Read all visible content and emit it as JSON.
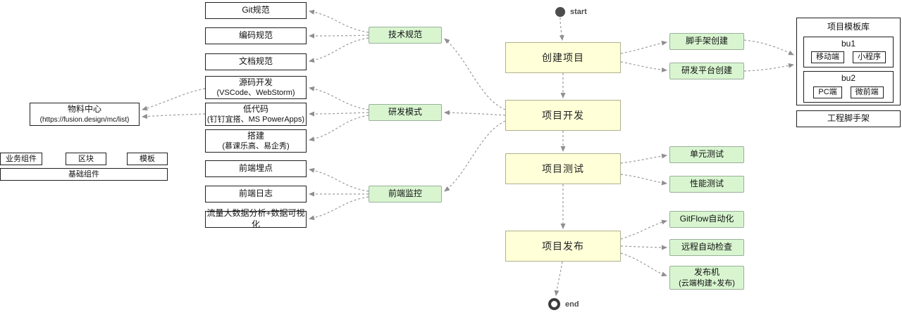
{
  "flow": {
    "start_label": "start",
    "end_label": "end"
  },
  "stages": [
    {
      "label": "创建项目"
    },
    {
      "label": "项目开发"
    },
    {
      "label": "项目测试"
    },
    {
      "label": "项目发布"
    }
  ],
  "categories": [
    {
      "label": "技术规范"
    },
    {
      "label": "研发模式"
    },
    {
      "label": "前端监控"
    }
  ],
  "spec_items": [
    {
      "label": "Git规范"
    },
    {
      "label": "编码规范"
    },
    {
      "label": "文档规范"
    }
  ],
  "devmode_items": [
    {
      "label": "源码开发",
      "sub": "(VSCode、WebStorm)"
    },
    {
      "label": "低代码",
      "sub": "(钉钉宜搭、MS PowerApps)"
    },
    {
      "label": "搭建",
      "sub": "(慕课乐高、易企秀)"
    }
  ],
  "monitor_items": [
    {
      "label": "前端埋点"
    },
    {
      "label": "前端日志"
    },
    {
      "label": "流量大数据分析+数据可视化"
    }
  ],
  "create_items": [
    {
      "label": "脚手架创建"
    },
    {
      "label": "研发平台创建"
    }
  ],
  "test_items": [
    {
      "label": "单元测试"
    },
    {
      "label": "性能测试"
    }
  ],
  "release_items": [
    {
      "label": "GitFlow自动化"
    },
    {
      "label": "远程自动检查"
    },
    {
      "label": "发布机",
      "sub": "(云端构建+发布)"
    }
  ],
  "material_center": {
    "title": "物料中心",
    "subtitle": "(https://fusion.design/mc/list)",
    "items": [
      "业务组件",
      "区块",
      "模板"
    ],
    "footer": "基础组件"
  },
  "template_library": {
    "title": "项目模板库",
    "groups": [
      {
        "name": "bu1",
        "tags": [
          "移动端",
          "小程序"
        ]
      },
      {
        "name": "bu2",
        "tags": [
          "PC端",
          "微前端"
        ]
      }
    ],
    "footer": "工程脚手架"
  },
  "colors": {
    "stage_fill": "#ffffd8",
    "category_fill": "#d8f5d0",
    "connector": "#9a9a9a"
  }
}
